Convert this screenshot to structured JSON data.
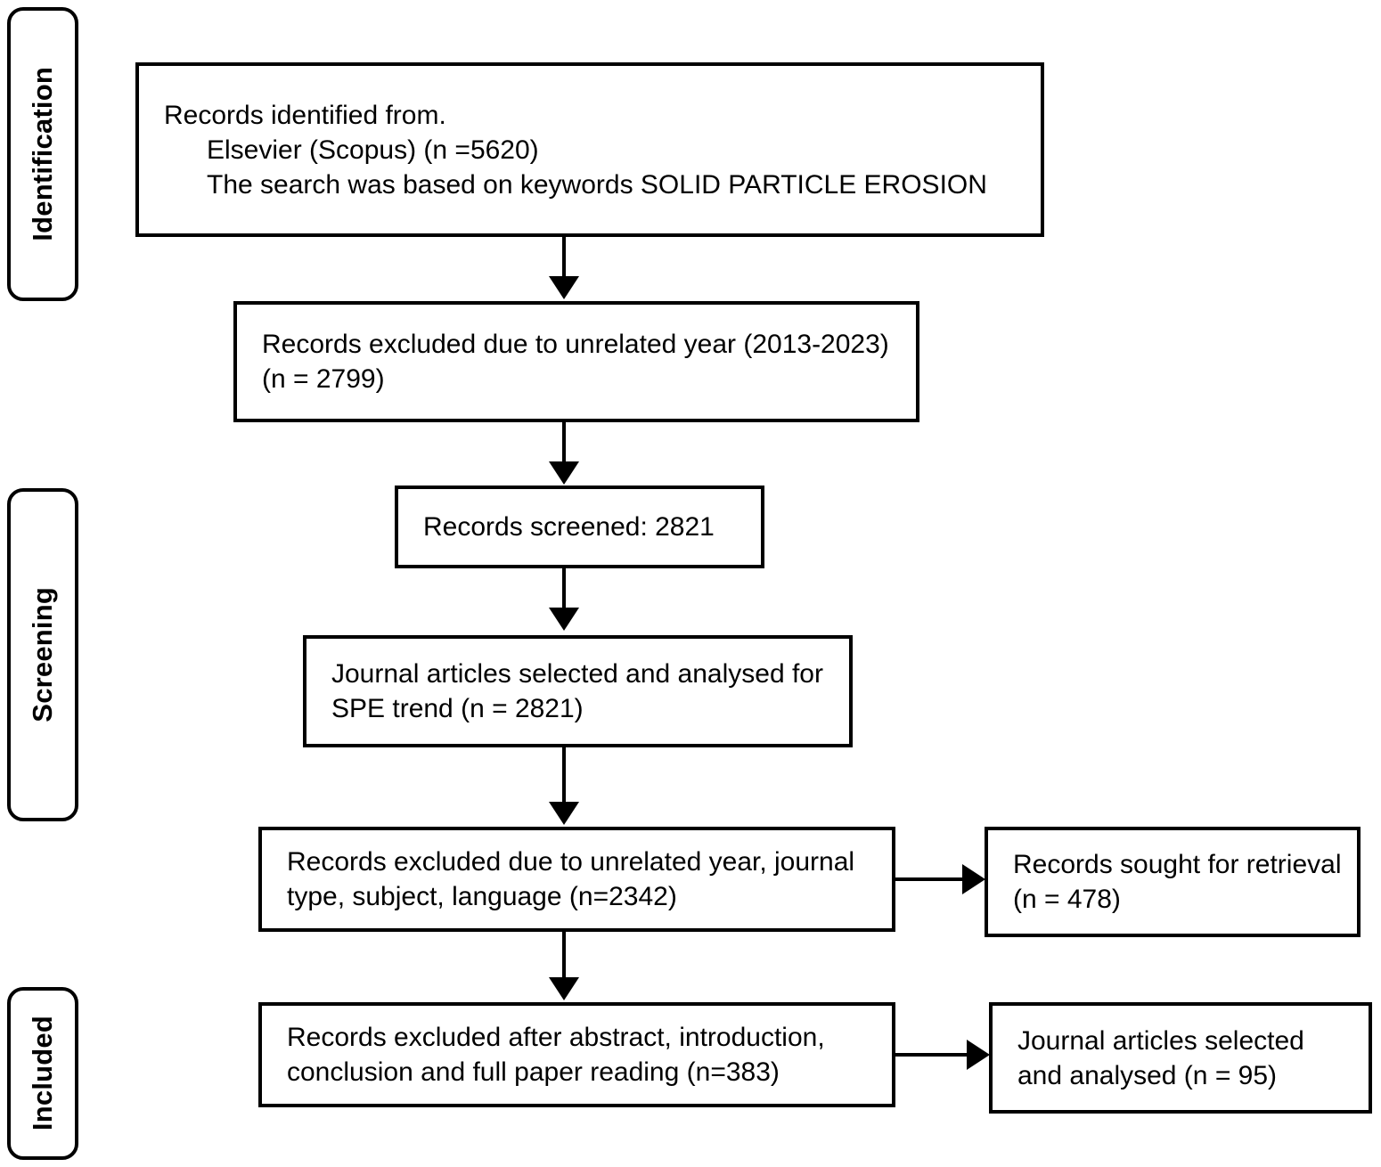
{
  "diagram": {
    "type": "prisma-flow-diagram",
    "title": "",
    "background_color": "#ffffff",
    "line_color": "#000000"
  },
  "stages": [
    {
      "id": "identification",
      "label": "Identification"
    },
    {
      "id": "screening",
      "label": "Screening"
    },
    {
      "id": "included",
      "label": "Included"
    }
  ],
  "nodes": [
    {
      "id": "records-identified",
      "lines": [
        "Records identified from.",
        "Elsevier (Scopus) (n =5620)",
        "The search was based on keywords SOLID PARTICLE EROSION"
      ]
    },
    {
      "id": "excluded-unrelated-year",
      "lines": [
        "Records excluded due to unrelated year (2013-2023)",
        "(n = 2799)"
      ]
    },
    {
      "id": "records-screened",
      "lines": [
        "Records screened: 2821"
      ]
    },
    {
      "id": "journal-articles-spe-trend",
      "lines": [
        "Journal articles selected and analysed for",
        "SPE trend (n = 2821)"
      ]
    },
    {
      "id": "excluded-year-type-subject-language",
      "lines": [
        "Records excluded due to unrelated year, journal",
        "type, subject, language (n=2342)"
      ]
    },
    {
      "id": "records-sought-for-retrieval",
      "lines": [
        "Records sought for retrieval",
        "(n = 478)"
      ]
    },
    {
      "id": "excluded-after-reading",
      "lines": [
        "Records excluded after abstract, introduction,",
        "conclusion and full paper reading (n=383)"
      ]
    },
    {
      "id": "journal-articles-analysed",
      "lines": [
        "Journal articles selected",
        "and analysed (n = 95)"
      ]
    }
  ],
  "counts": {
    "identified_scopus": 5620,
    "excluded_unrelated_year": 2799,
    "screened": 2821,
    "analysed_for_spe_trend": 2821,
    "excluded_year_type_subject_language": 2342,
    "sought_for_retrieval": 478,
    "excluded_after_reading": 383,
    "final_included": 95
  },
  "search": {
    "database": "Elsevier (Scopus)",
    "keywords": "SOLID PARTICLE EROSION",
    "year_range": "2013-2023"
  }
}
